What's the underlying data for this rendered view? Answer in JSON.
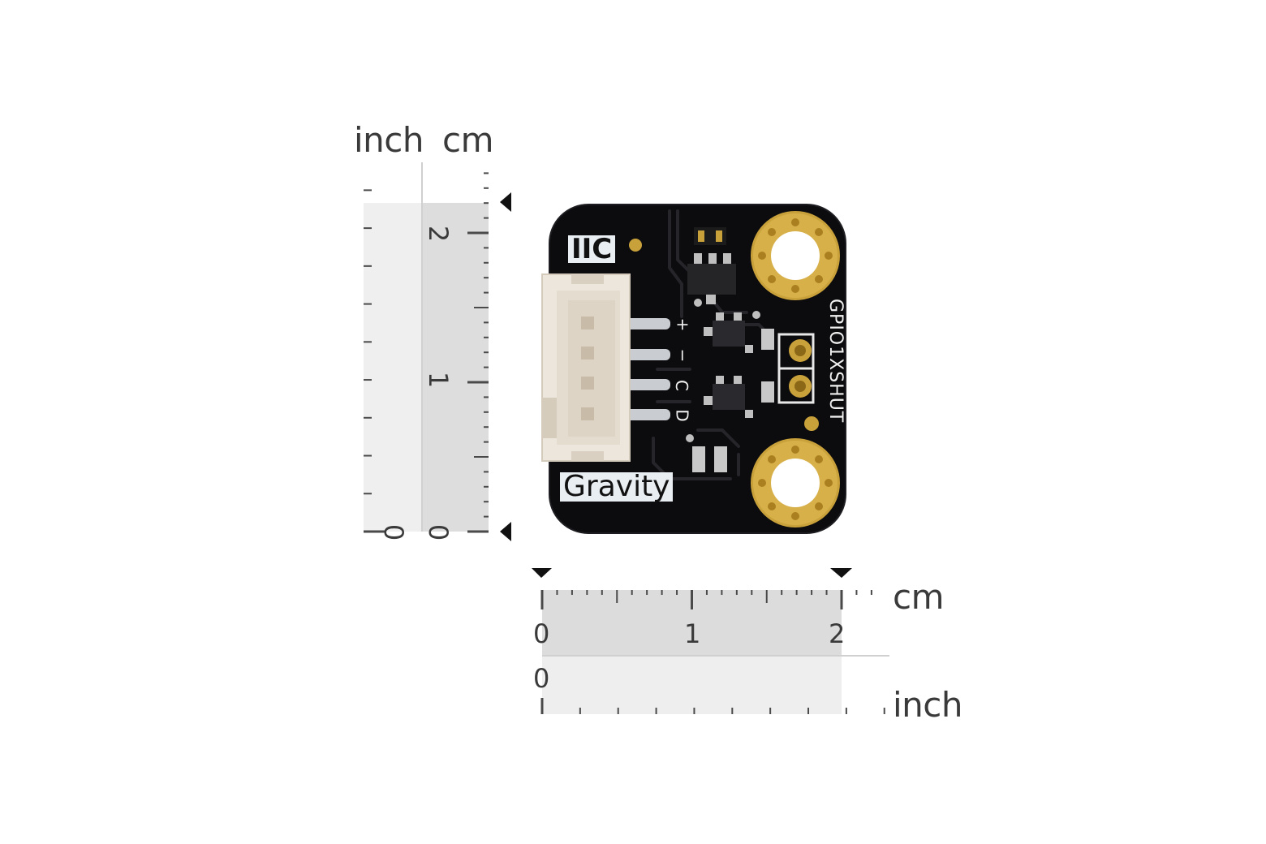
{
  "vertical_ruler": {
    "unit_inch": "inch",
    "unit_cm": "cm",
    "cm_ticks": [
      "2",
      "1",
      "0"
    ],
    "inch_ticks": [
      "0"
    ]
  },
  "horizontal_ruler": {
    "unit_cm": "cm",
    "unit_inch": "inch",
    "cm_ticks": [
      "0",
      "1",
      "2"
    ],
    "inch_ticks": [
      "0"
    ]
  },
  "board": {
    "connector_label": "IIC",
    "brand_label": "Gravity",
    "pin_labels": [
      "+",
      "−",
      "C",
      "D"
    ],
    "side_label": "GPIO1XSHUT"
  },
  "colors": {
    "pcb": "#0d0d0f",
    "gold": "#c9a13a",
    "ruler_dark": "#dcdcdc",
    "ruler_light": "#ececec",
    "connector": "#ece6dc"
  }
}
